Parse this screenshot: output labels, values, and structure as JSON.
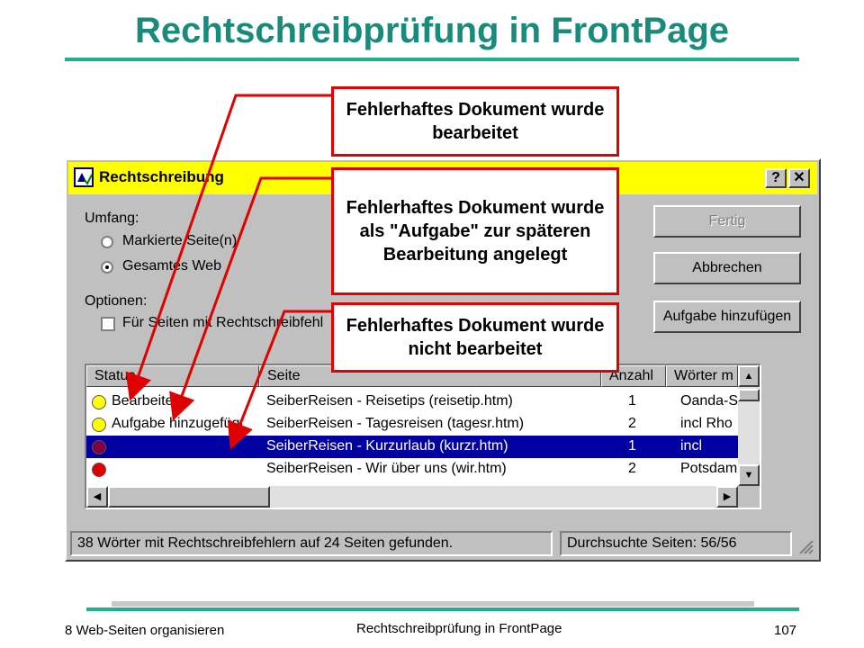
{
  "slide": {
    "title": "Rechtschreibprüfung in FrontPage",
    "footer_left": "8 Web-Seiten organisieren",
    "footer_center": "Rechtschreibprüfung in FrontPage",
    "footer_right": "107",
    "accent_color": "#20b090",
    "title_color": "#1a8a7a"
  },
  "dialog": {
    "title": "Rechtschreibung",
    "help_button": "?",
    "close_button": "✕",
    "titlebar_color": "#ffff00",
    "umfang_label": "Umfang:",
    "radio_selected_pages": "Markierte Seite(n)",
    "radio_whole_web": "Gesamtes Web",
    "optionen_label": "Optionen:",
    "checkbox_label": "Für Seiten mit Rechtschreibfehl",
    "buttons": {
      "done": "Fertig",
      "cancel": "Abbrechen",
      "add_task": "Aufgabe hinzufügen"
    },
    "list": {
      "columns": [
        "Status",
        "Seite",
        "Anzahl",
        "Wörter m"
      ],
      "rows": [
        {
          "status": "Bearbeitet",
          "page": "SeiberReisen - Reisetips (reisetip.htm)",
          "count": "1",
          "words": "Oanda-S",
          "dot_color": "#ffff00",
          "selected": false
        },
        {
          "status": "Aufgabe hinzugefügt",
          "page": "SeiberReisen - Tagesreisen (tagesr.htm)",
          "count": "2",
          "words": "incl Rho",
          "dot_color": "#ffff00",
          "selected": false
        },
        {
          "status": "",
          "page": "SeiberReisen - Kurzurlaub (kurzr.htm)",
          "count": "1",
          "words": "incl",
          "dot_color": "#800040",
          "selected": true
        },
        {
          "status": "",
          "page": "SeiberReisen - Wir über uns (wir.htm)",
          "count": "2",
          "words": "Potsdam",
          "dot_color": "#e00000",
          "selected": false
        }
      ]
    },
    "status_left": "38 Wörter mit Rechtschreibfehlern auf 24 Seiten gefunden.",
    "status_right": "Durchsuchte Seiten: 56/56"
  },
  "callouts": {
    "edited": "Fehlerhaftes Dokument wurde bearbeitet",
    "task": "Fehlerhaftes Dokument wurde als \"Aufgabe\" zur späteren Bearbeitung angelegt",
    "not_edited": "Fehlerhaftes Dokument wurde nicht bearbeitet",
    "color": "#e00000"
  }
}
